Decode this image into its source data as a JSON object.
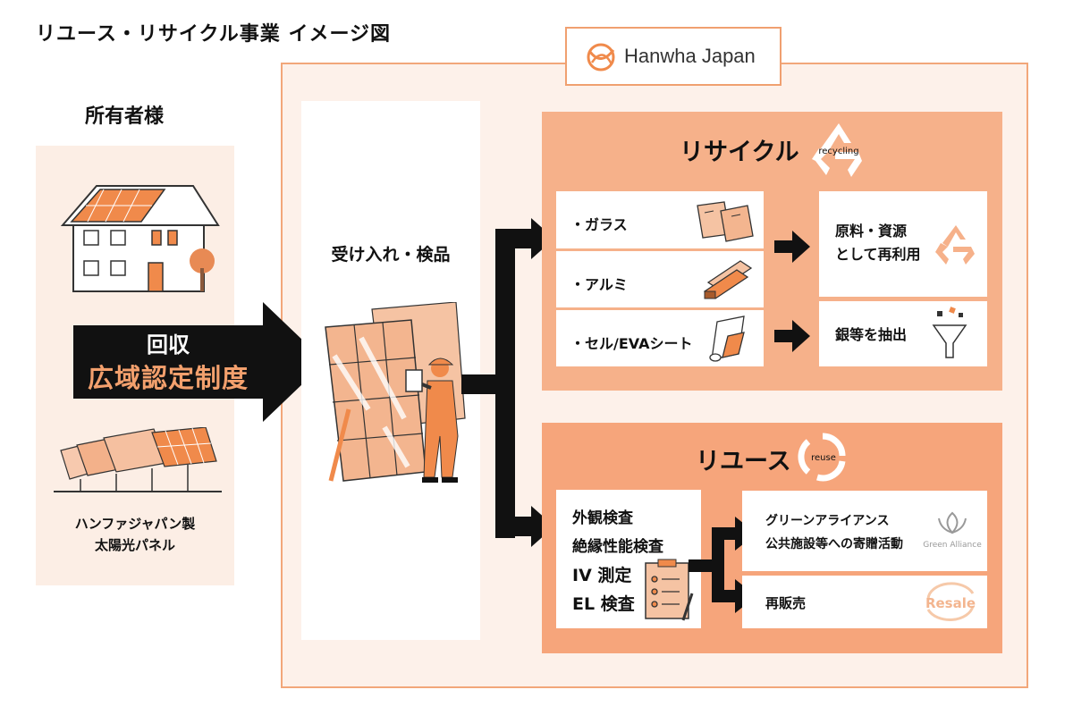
{
  "title": "リユース・リサイクル事業 イメージ図",
  "owner": {
    "heading": "所有者様",
    "panel_caption_1": "ハンファジャパン製",
    "panel_caption_2": "太陽光パネル"
  },
  "collection_arrow": {
    "line1": "回収",
    "line2": "広域認定制度"
  },
  "company": {
    "logo_text": "Hanwha Japan"
  },
  "intake": {
    "label": "受け入れ・検品"
  },
  "recycling": {
    "title": "リサイクル",
    "badge": "recycling",
    "materials": [
      "・ガラス",
      "・アルミ",
      "・セル/EVAシート"
    ],
    "result_1_line1": "原料・資源",
    "result_1_line2": "として再利用",
    "result_2": "銀等を抽出"
  },
  "reuse": {
    "title": "リユース",
    "badge": "reuse",
    "inspections": [
      "外観検査",
      "絶縁性能検査",
      "IV 測定",
      "EL 検査"
    ],
    "outcome_1_line1": "グリーンアライアンス",
    "outcome_1_line2": "公共施設等への寄贈活動",
    "green_alliance_logo": "Green Alliance",
    "outcome_2": "再販売",
    "resale_logo": "Resale"
  },
  "colors": {
    "accent": "#f08a4b",
    "light_panel": "#fceee5",
    "recycle_panel": "#f6b18a",
    "reuse_panel": "#f6a57b",
    "arrow": "#111111"
  }
}
